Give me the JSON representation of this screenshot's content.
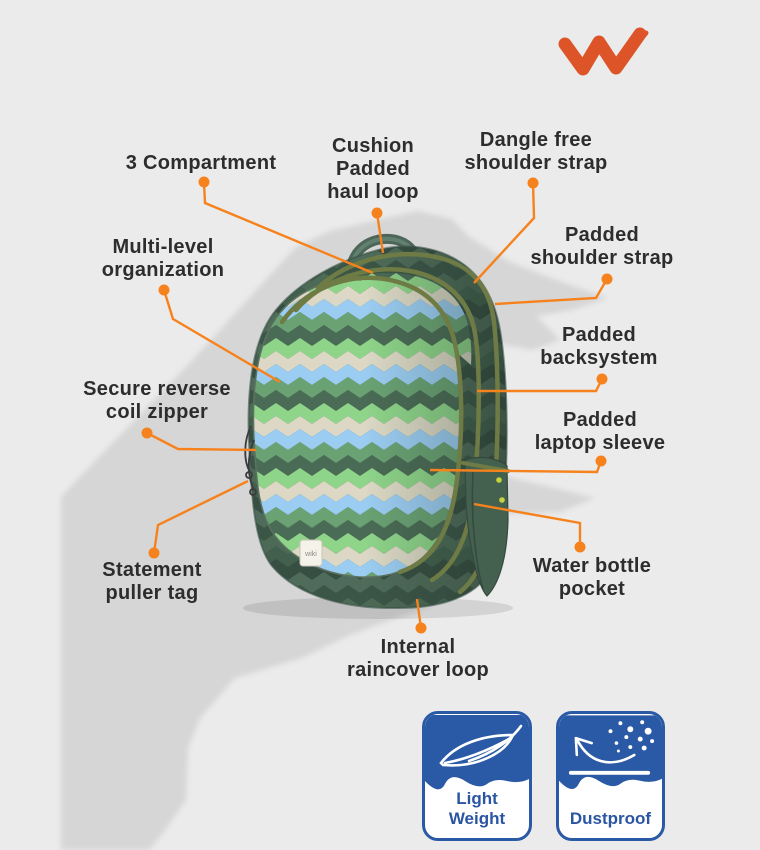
{
  "brand": {
    "logo": "wildcraft-w",
    "logo_color": "#dc5428"
  },
  "colors": {
    "background": "#ebebeb",
    "silhouette": "#d6d6d6",
    "accent_orange": "#f6821e",
    "label_text": "#2d2d2d",
    "badge_blue": "#2a59a5",
    "pattern_dark_green": "#4a6b55",
    "pattern_light_green": "#8ed489",
    "pattern_cream": "#dcd8c5",
    "pattern_blue": "#9bcdf2",
    "zipper_olive": "#6e7b45"
  },
  "callouts": [
    {
      "id": "compartments",
      "label": "3 Compartment"
    },
    {
      "id": "haul-loop",
      "label": "Cushion\nPadded\nhaul loop"
    },
    {
      "id": "dangle-free",
      "label": "Dangle free\nshoulder strap"
    },
    {
      "id": "shoulder-strap",
      "label": "Padded\nshoulder strap"
    },
    {
      "id": "multi-level",
      "label": "Multi-level\norganization"
    },
    {
      "id": "backsystem",
      "label": "Padded\nbacksystem"
    },
    {
      "id": "coil-zipper",
      "label": "Secure reverse\ncoil zipper"
    },
    {
      "id": "laptop-sleeve",
      "label": "Padded\nlaptop sleeve"
    },
    {
      "id": "puller-tag",
      "label": "Statement\npuller tag"
    },
    {
      "id": "water-bottle",
      "label": "Water bottle\npocket"
    },
    {
      "id": "raincover",
      "label": "Internal\nraincover loop"
    }
  ],
  "badges": [
    {
      "id": "light-weight",
      "label": "Light\nWeight",
      "icon": "feather-icon"
    },
    {
      "id": "dustproof",
      "label": "Dustproof",
      "icon": "dustproof-icon"
    }
  ],
  "product": {
    "patch_text": "wiki"
  }
}
